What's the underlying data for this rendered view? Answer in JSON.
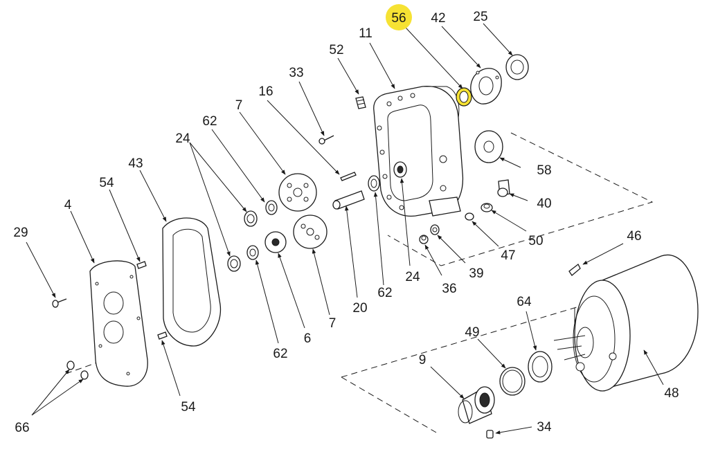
{
  "diagram": {
    "highlight_color": "#f6e233",
    "highlighted_callout": "56",
    "callouts": [
      "56",
      "42",
      "25",
      "11",
      "52",
      "33",
      "16",
      "7",
      "62",
      "24",
      "43",
      "54",
      "4",
      "29",
      "58",
      "40",
      "50",
      "47",
      "39",
      "36",
      "24",
      "62",
      "20",
      "7",
      "6",
      "62",
      "46",
      "64",
      "49",
      "9",
      "34",
      "48",
      "66",
      "54"
    ]
  }
}
